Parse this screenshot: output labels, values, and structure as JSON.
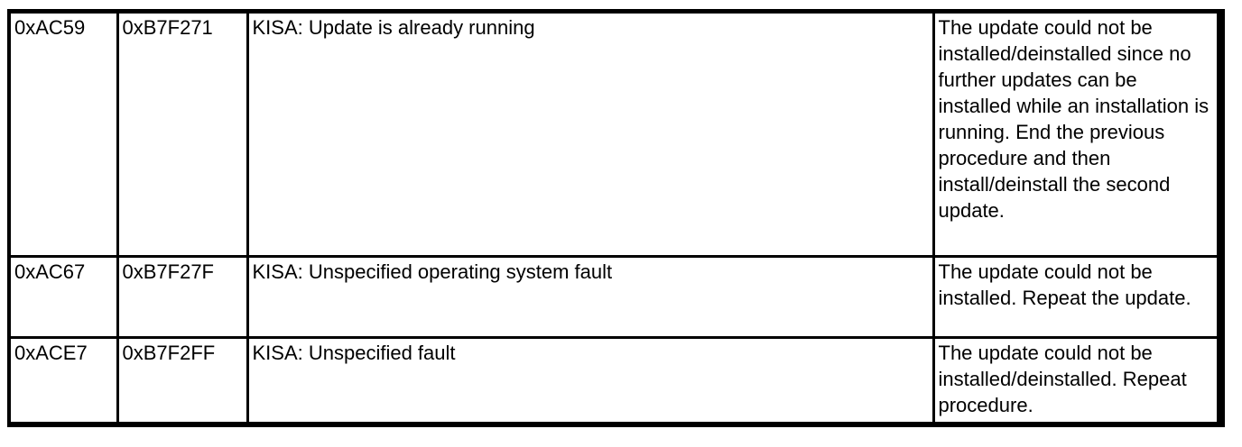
{
  "colors": {
    "background": "#ffffff",
    "border": "#000000",
    "text": "#000000"
  },
  "table": {
    "rows": [
      {
        "cells": [
          "0xAC59",
          "0xB7F271",
          "KISA: Update is already running",
          "The update could not be installed/deinstalled since no further updates can be installed while an installation is running. End the previous procedure and then install/deinstall the second update."
        ]
      },
      {
        "cells": [
          "0xAC67",
          "0xB7F27F",
          "KISA: Unspecified operating system fault",
          "The update could not be installed. Repeat the update."
        ]
      },
      {
        "cells": [
          "0xACE7",
          "0xB7F2FF",
          "KISA: Unspecified fault",
          "The update could not be installed/deinstalled. Repeat procedure."
        ]
      }
    ]
  }
}
